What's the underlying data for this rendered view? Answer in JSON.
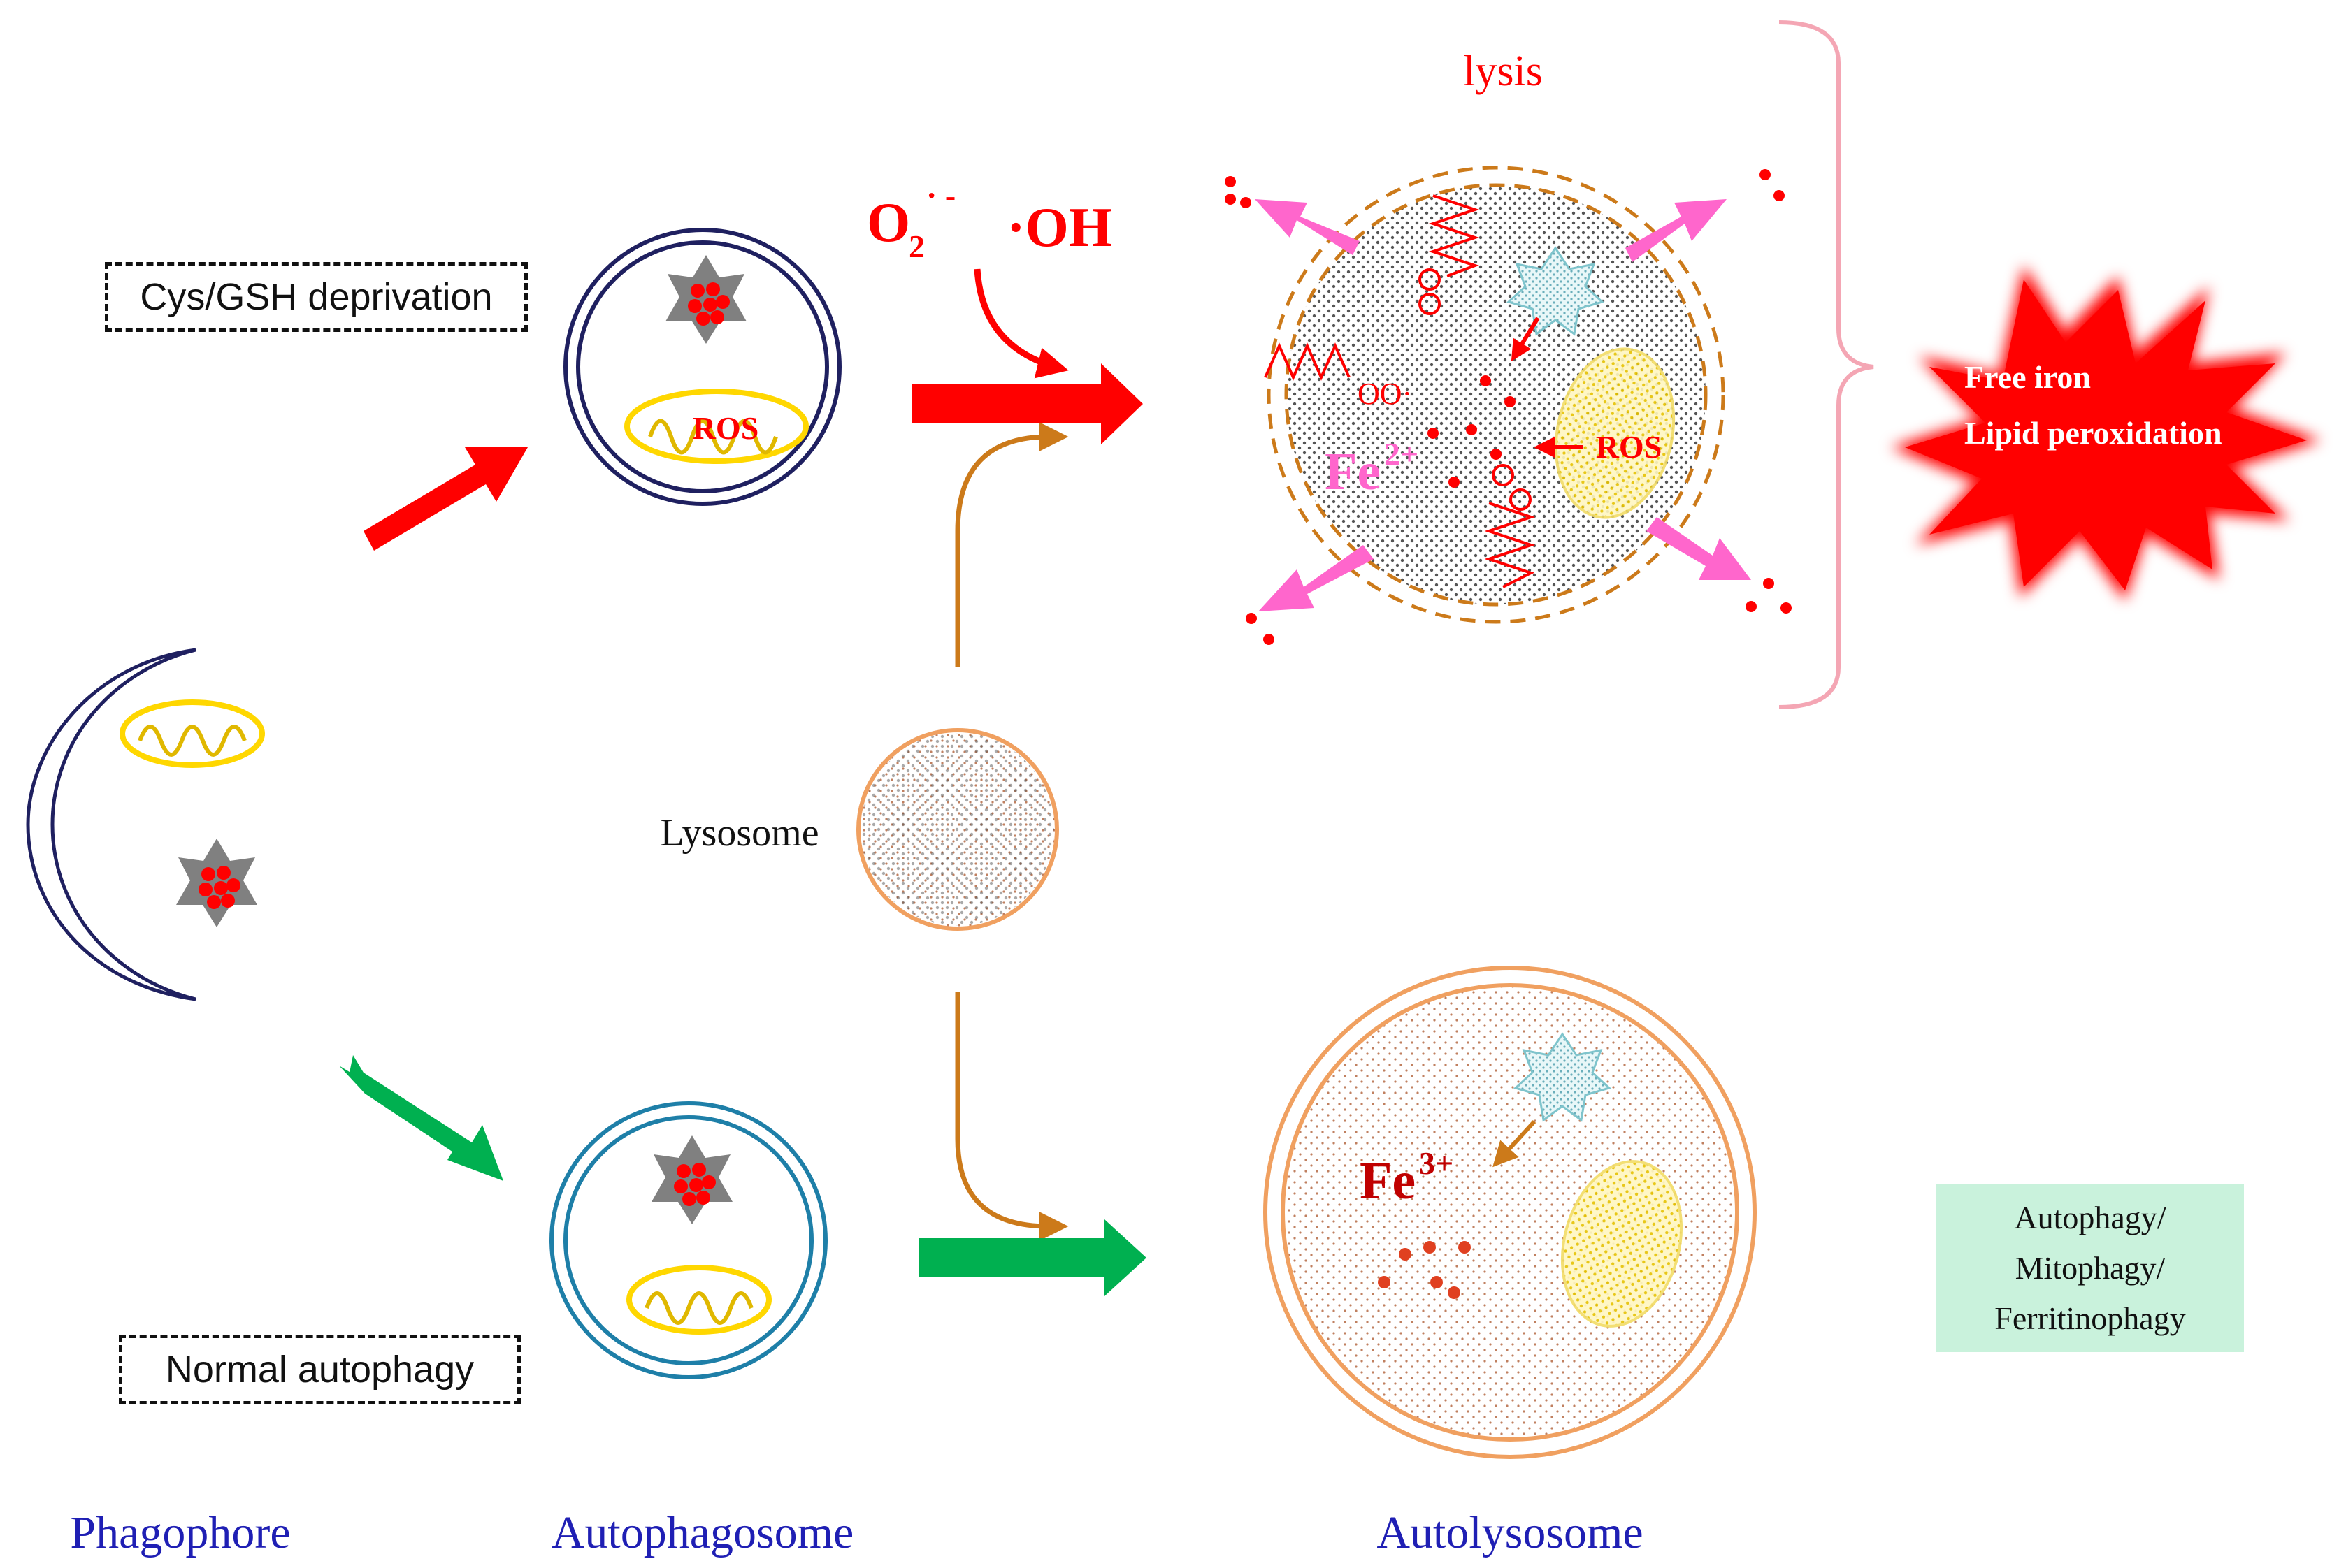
{
  "labels": {
    "cys_deprivation": "Cys/GSH deprivation",
    "normal_autophagy": "Normal autophagy",
    "lysis": "lysis",
    "lysosome": "Lysosome",
    "phagophore": "Phagophore",
    "autophagosome": "Autophagosome",
    "autolysosome": "Autolysosome",
    "ros_autophagosome": "ROS",
    "ros_lysis": "ROS",
    "superoxide_base": "O",
    "superoxide_sub": "2",
    "superoxide_sup": "· -",
    "hydroxyl": "·OH",
    "fe2_base": "Fe",
    "fe2_sup": "2+",
    "fe3_base": "Fe",
    "fe3_sup": "3+",
    "oo_1": "OO·",
    "burst_line1": "Free iron",
    "burst_line2": "Lipid  peroxidation"
  },
  "green_box": {
    "line1": "Autophagy/",
    "line2": "Mitophagy/",
    "line3": "Ferritinophagy"
  },
  "colors": {
    "red": "#ff0000",
    "dark_red": "#c00000",
    "green": "#00b050",
    "magenta": "#ff66cc",
    "orange": "#cc7a1a",
    "navy": "#1f2060",
    "blue_text": "#1f1fb4",
    "teal": "#1e7fa8",
    "mito_yellow": "#ffd700"
  }
}
